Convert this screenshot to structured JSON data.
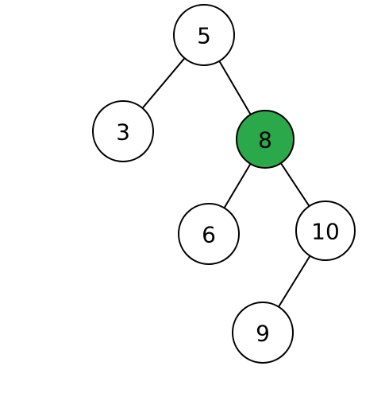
{
  "colors": {
    "background": "#ffffff",
    "node_fill": "#ffffff",
    "highlight_fill": "#2ba84a",
    "stroke": "#000000"
  },
  "tree": {
    "nodes": [
      {
        "id": "n5",
        "label": "5",
        "highlighted": false
      },
      {
        "id": "n3",
        "label": "3",
        "highlighted": false
      },
      {
        "id": "n8",
        "label": "8",
        "highlighted": true
      },
      {
        "id": "n6",
        "label": "6",
        "highlighted": false
      },
      {
        "id": "n10",
        "label": "10",
        "highlighted": false
      },
      {
        "id": "n9",
        "label": "9",
        "highlighted": false
      }
    ],
    "edges": [
      {
        "from": "n5",
        "to": "n3"
      },
      {
        "from": "n5",
        "to": "n8"
      },
      {
        "from": "n8",
        "to": "n6"
      },
      {
        "from": "n8",
        "to": "n10"
      },
      {
        "from": "n10",
        "to": "n9"
      }
    ]
  }
}
